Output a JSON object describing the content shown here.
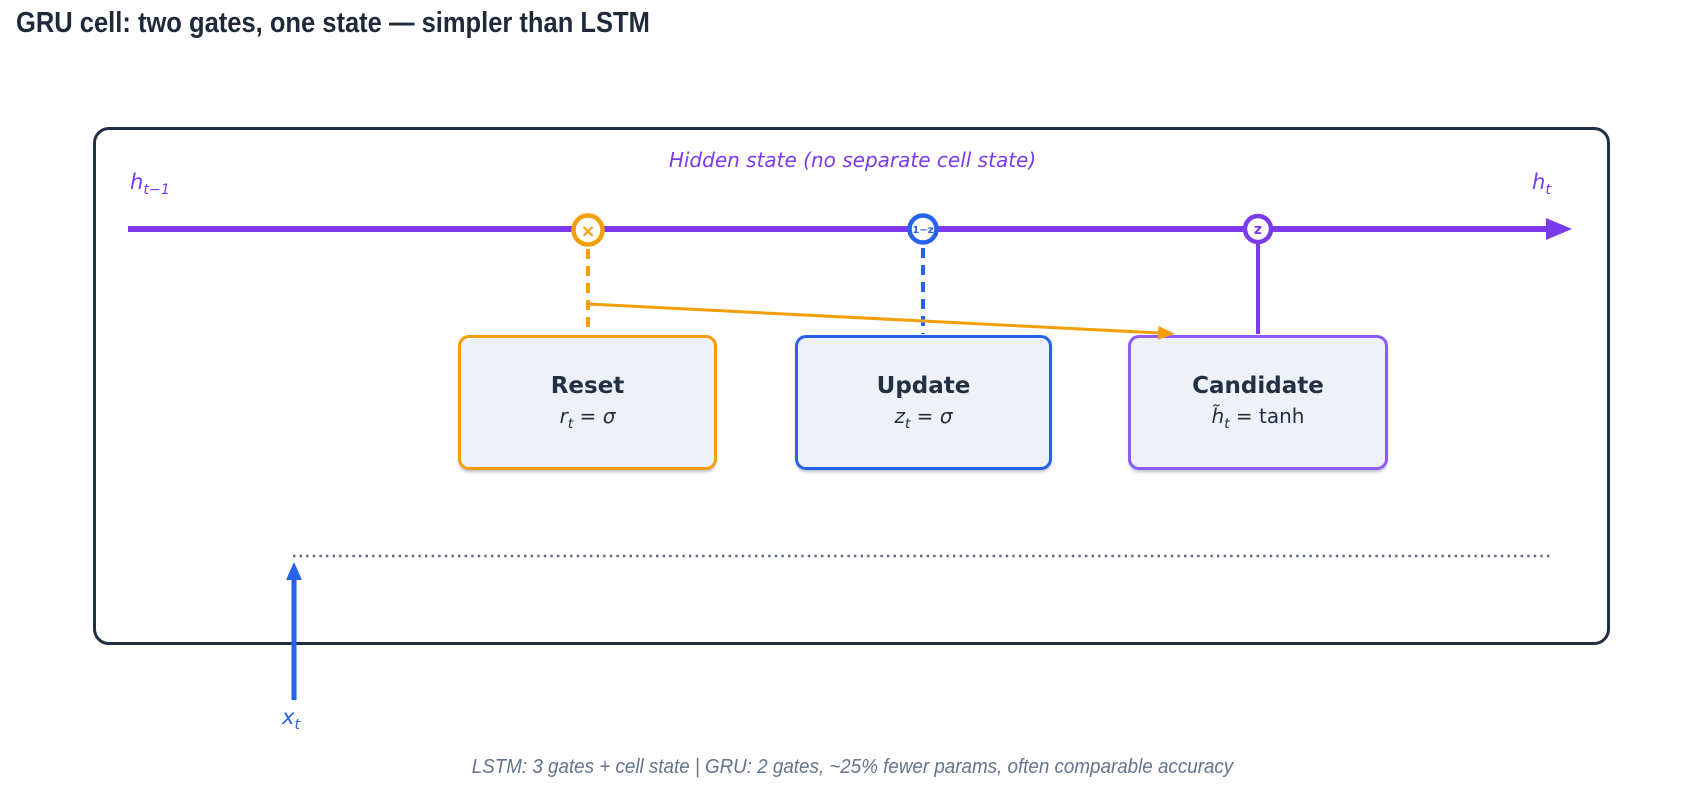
{
  "title": "GRU cell: two gates, one state — simpler than LSTM",
  "colors": {
    "purple": "#7c3aed",
    "purple_light": "#8b5cf6",
    "orange": "#f59e0b",
    "blue": "#2563eb",
    "navy": "#222f43",
    "gate_fill": "#eef2f8",
    "caption_gray": "#64748b"
  },
  "diagram": {
    "hidden_state_caption": "Hidden state (no separate cell state)",
    "labels": {
      "prev_state": {
        "base": "h",
        "sub": "t−1"
      },
      "next_state": {
        "base": "h",
        "sub": "t"
      },
      "input": {
        "base": "x",
        "sub": "t"
      }
    },
    "operators": {
      "reset": "×",
      "update": "1−z",
      "candidate": "z"
    },
    "gates": {
      "reset": {
        "title": "Reset",
        "eq_base": "r",
        "eq_sub": "t",
        "eq_sign": " = ",
        "eq_rhs": "σ"
      },
      "update": {
        "title": "Update",
        "eq_base": "z",
        "eq_sub": "t",
        "eq_sign": " = ",
        "eq_rhs": "σ"
      },
      "candidate": {
        "title": "Candidate",
        "eq_base": "h̃",
        "eq_sub": "t",
        "eq_sign": " = ",
        "eq_rhs": "tanh"
      }
    }
  },
  "footer": {
    "caption": "LSTM: 3 gates + cell state  |  GRU: 2 gates, ~25% fewer params, often comparable accuracy"
  }
}
